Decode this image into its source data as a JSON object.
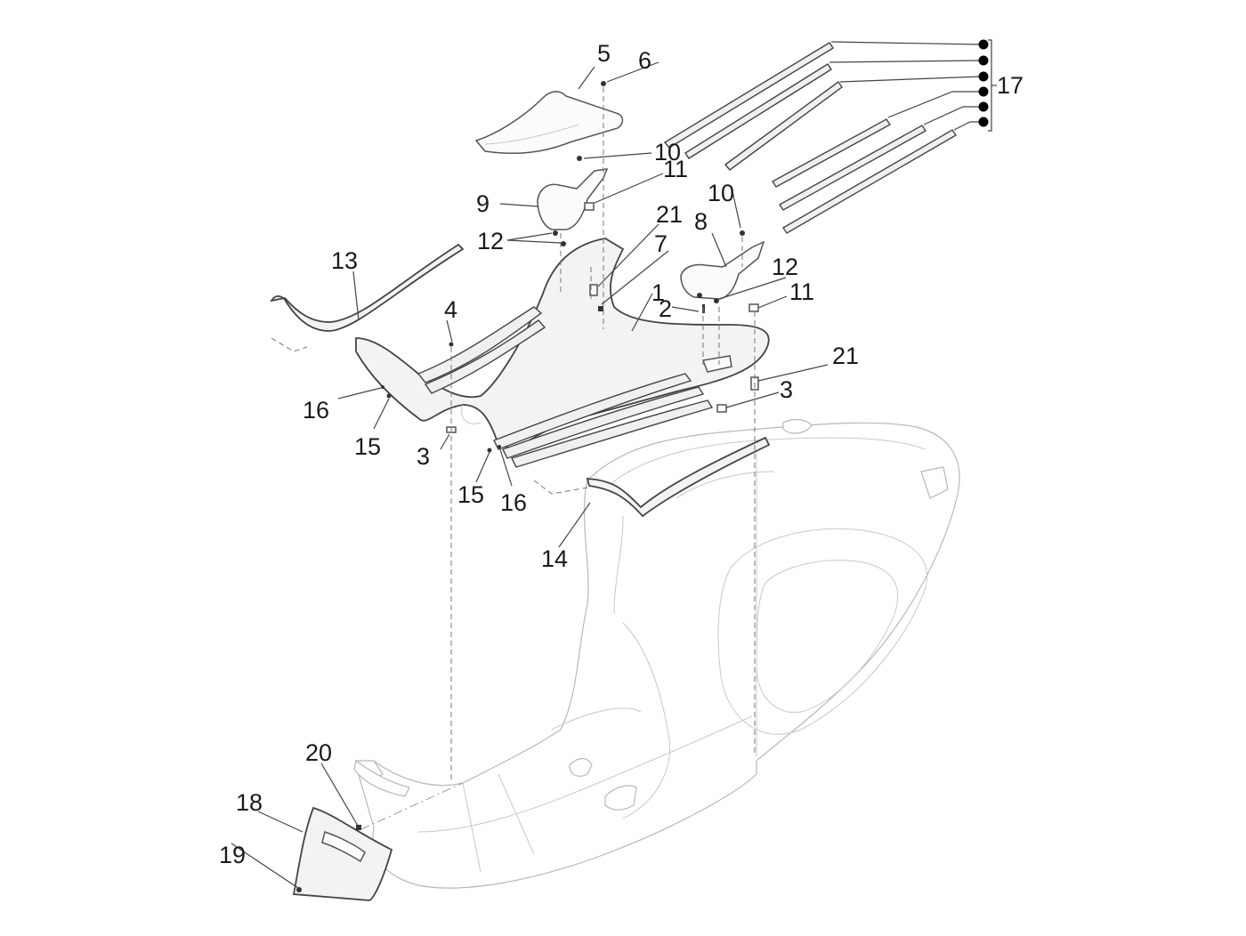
{
  "diagram": {
    "title": "",
    "type": "exploded-parts-diagram",
    "subject": "scooter footrest / floor panel assembly",
    "callouts": [
      {
        "id": "1",
        "label": "1",
        "part": "central floor panel"
      },
      {
        "id": "2",
        "label": "2",
        "part": "screw"
      },
      {
        "id": "3a",
        "label": "3",
        "part": "clip"
      },
      {
        "id": "3b",
        "label": "3",
        "part": "clip"
      },
      {
        "id": "4",
        "label": "4",
        "part": "screw"
      },
      {
        "id": "5",
        "label": "5",
        "part": "front cover"
      },
      {
        "id": "6",
        "label": "6",
        "part": "screw"
      },
      {
        "id": "7",
        "label": "7",
        "part": "nut"
      },
      {
        "id": "8",
        "label": "8",
        "part": "right foot support"
      },
      {
        "id": "9",
        "label": "9",
        "part": "left foot support"
      },
      {
        "id": "10a",
        "label": "10",
        "part": "screw"
      },
      {
        "id": "10b",
        "label": "10",
        "part": "screw"
      },
      {
        "id": "11a",
        "label": "11",
        "part": "clip"
      },
      {
        "id": "11b",
        "label": "11",
        "part": "clip"
      },
      {
        "id": "12a",
        "label": "12",
        "part": "screws"
      },
      {
        "id": "12b",
        "label": "12",
        "part": "screw"
      },
      {
        "id": "13",
        "label": "13",
        "part": "left side trim"
      },
      {
        "id": "14",
        "label": "14",
        "part": "right side trim"
      },
      {
        "id": "15a",
        "label": "15",
        "part": "screw"
      },
      {
        "id": "15b",
        "label": "15",
        "part": "screw"
      },
      {
        "id": "16a",
        "label": "16",
        "part": "washer"
      },
      {
        "id": "16b",
        "label": "16",
        "part": "washer"
      },
      {
        "id": "17",
        "label": "17",
        "part": "rubber footboard strips (x6)"
      },
      {
        "id": "18",
        "label": "18",
        "part": "rear lower cover"
      },
      {
        "id": "19",
        "label": "19",
        "part": "screw"
      },
      {
        "id": "20",
        "label": "20",
        "part": "clip"
      },
      {
        "id": "21a",
        "label": "21",
        "part": "rivet"
      },
      {
        "id": "21b",
        "label": "21",
        "part": "rivet"
      }
    ],
    "strip_count": 6
  }
}
